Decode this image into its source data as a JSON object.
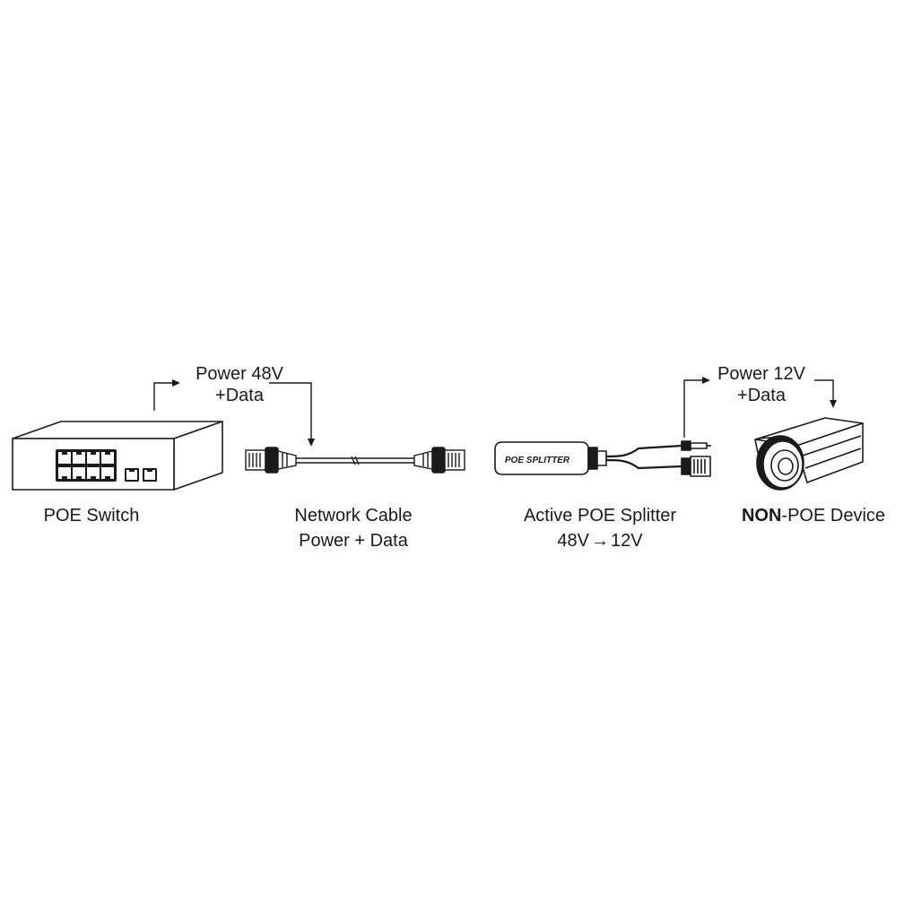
{
  "diagram": {
    "colors": {
      "stroke": "#1a1a1a",
      "fill": "#ffffff",
      "text": "#1a1a1a"
    },
    "flow": [
      {
        "id": "switch",
        "name": "POE Switch",
        "icon": "poe-switch-icon",
        "arrow_label": [
          "Power 48V",
          "+Data"
        ]
      },
      {
        "id": "cable",
        "name": [
          "Network Cable",
          "Power + Data"
        ],
        "icon": "network-cable-icon"
      },
      {
        "id": "splitter",
        "name": "Active POE Splitter",
        "conversion": {
          "from": "48V",
          "arrow": "→",
          "to": "12V"
        },
        "icon": "poe-splitter-icon",
        "body_label": "POE SPLITTER",
        "arrow_label": [
          "Power 12V",
          "+Data"
        ]
      },
      {
        "id": "device",
        "name_bold": "NON",
        "name_rest": "-POE Device",
        "icon": "camera-icon"
      }
    ]
  }
}
